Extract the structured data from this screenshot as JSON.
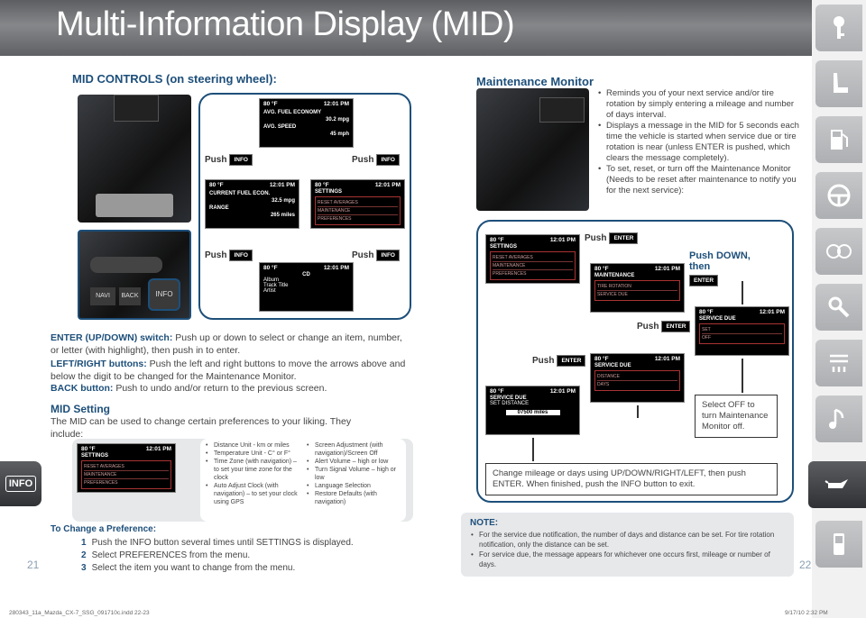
{
  "header": {
    "title": "Multi-Information Display (MID)"
  },
  "left": {
    "controls_heading": "MID CONTROLS (on steering wheel):",
    "push_word": "Push",
    "info_btn": "INFO",
    "cycle": [
      {
        "temp": "80 °F",
        "time": "12:01 PM",
        "rows": [
          [
            "AVG. FUEL ECONOMY",
            ""
          ],
          [
            "",
            "30.2 mpg"
          ],
          [
            "AVG. SPEED",
            ""
          ],
          [
            "",
            "45 mph"
          ]
        ]
      },
      {
        "temp": "80 °F",
        "time": "12:01 PM",
        "rows": [
          [
            "CURRENT FUEL ECON.",
            ""
          ],
          [
            "",
            "32.5 mpg"
          ],
          [
            "RANGE",
            ""
          ],
          [
            "",
            "265 miles"
          ]
        ]
      },
      {
        "temp": "80 °F",
        "time": "12:01 PM",
        "title": "SETTINGS",
        "items": [
          "RESET AVERAGES",
          "MAINTENANCE",
          "PREFERENCES"
        ]
      },
      {
        "temp": "80 °F",
        "time": "12:01 PM",
        "title": "CD",
        "items": [
          "Album",
          "Track Title",
          "Artist"
        ]
      }
    ],
    "enter_label": "ENTER (UP/DOWN) switch:",
    "enter_text": "Push up or down to select or change an item, number, or letter (with highlight), then push in to enter.",
    "lr_label": "LEFT/RIGHT buttons:",
    "lr_text": "Push the left and right buttons to move the arrows above and below the digit to be changed for the Maintenance Monitor.",
    "back_label": "BACK button:",
    "back_text": "Push to undo and/or return to the previous screen.",
    "setting_heading": "MID Setting",
    "setting_text": "The MID can be used to change certain preferences to your liking. They include:",
    "settings_screen": {
      "temp": "80 °F",
      "time": "12:01 PM",
      "title": "SETTINGS",
      "items": [
        "RESET AVERAGES",
        "MAINTENANCE",
        "PREFERENCES"
      ]
    },
    "prefs_col1": [
      "Distance Unit - km or miles",
      "Temperature Unit - C° or F°",
      "Time Zone (with navigation) – to set your time zone for the clock",
      "Auto Adjust Clock (with navigation) – to set your clock using GPS"
    ],
    "prefs_col2": [
      "Screen Adjustment (with navigation)/Screen Off",
      "Alert Volume – high or low",
      "Turn Signal Volume – high or low",
      "Language Selection",
      "Restore Defaults (with navigation)"
    ],
    "change_heading": "To Change a Preference:",
    "steps": [
      "Push the INFO button several times until SETTINGS is displayed.",
      "Select PREFERENCES from the menu.",
      "Select the item you want to change from the menu."
    ],
    "page": "21"
  },
  "right": {
    "heading": "Maintenance Monitor",
    "bullets": [
      "Reminds you of your next service and/or tire rotation by simply entering a mileage and number of days interval.",
      "Displays a message in the MID for 5 seconds each time the vehicle is started when service due or tire rotation is near (unless ENTER is pushed, which clears the message completely).",
      "To set, reset, or turn off the Maintenance Monitor (Needs to be reset after maintenance to notify you for the next service):"
    ],
    "push_enter": "Push",
    "enter_btn": "ENTER",
    "push_down": "Push DOWN, then",
    "s1": {
      "temp": "80 °F",
      "time": "12:01 PM",
      "title": "SETTINGS",
      "items": [
        "RESET AVERAGES",
        "MAINTENANCE",
        "PREFERENCES"
      ]
    },
    "s2": {
      "temp": "80 °F",
      "time": "12:01 PM",
      "title": "MAINTENANCE",
      "items": [
        "TIRE ROTATION",
        "SERVICE DUE"
      ]
    },
    "s3": {
      "temp": "80 °F",
      "time": "12:01 PM",
      "title": "SERVICE DUE",
      "items": [
        "SET",
        "OFF"
      ]
    },
    "s4": {
      "temp": "80 °F",
      "time": "12:01 PM",
      "title": "SERVICE DUE",
      "items": [
        "DISTANCE",
        "DAYS"
      ]
    },
    "s5": {
      "temp": "80 °F",
      "time": "12:01 PM",
      "title": "SERVICE DUE",
      "sub": "SET DISTANCE",
      "value": "07500 miles"
    },
    "off_box": "Select OFF to turn Maintenance Monitor off.",
    "change_box": "Change mileage or days using UP/DOWN/RIGHT/LEFT, then push ENTER. When finished, push the INFO button to exit.",
    "note_title": "NOTE:",
    "notes": [
      "For the service due notification, the number of days and distance can be set. For tire rotation notification, only the distance can be set.",
      "For service due, the message appears for whichever one occurs first, mileage or number of days."
    ],
    "page": "22"
  },
  "footer": {
    "left": "280343_11a_Mazda_CX-7_SSG_091710c.indd 22-23",
    "right": "9/17/10 2:32 PM"
  },
  "sidebar": [
    "key-icon",
    "seat-icon",
    "fuel-icon",
    "steering-wheel-icon",
    "gauge-icon",
    "wrench-icon",
    "climate-icon",
    "music-icon",
    "oil-can-icon",
    "phone-icon"
  ]
}
